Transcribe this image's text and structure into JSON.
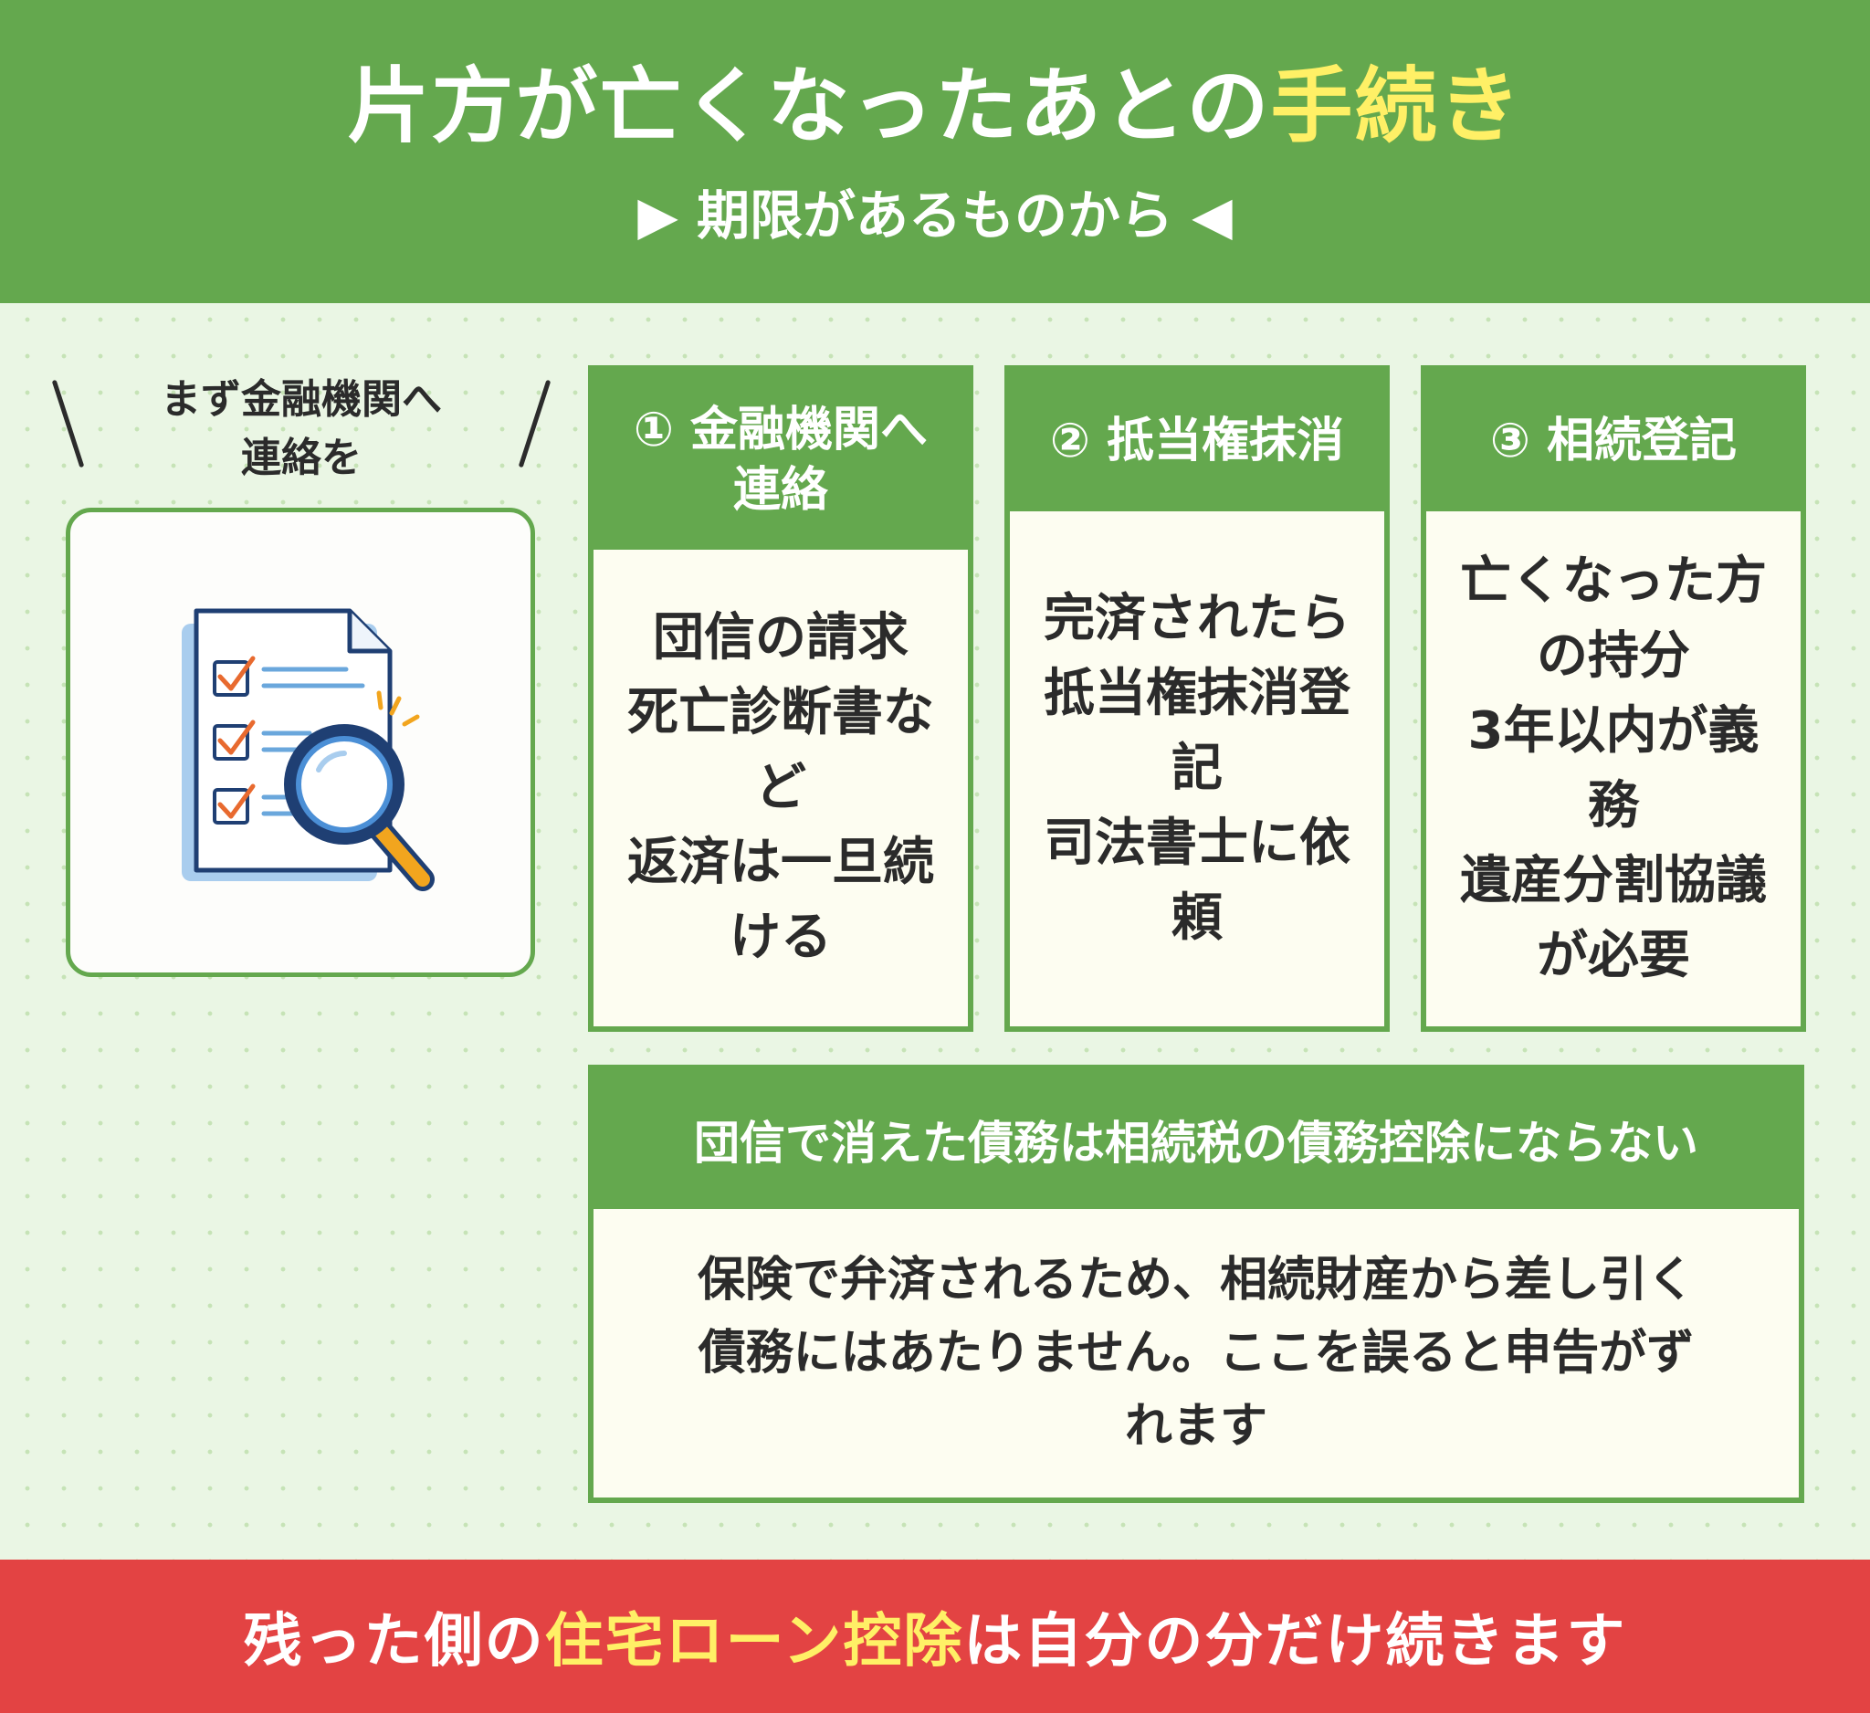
{
  "header": {
    "title_main": "片方が亡くなったあとの",
    "title_highlight": "手続き",
    "subtitle": "▶ 期限があるものから ◀"
  },
  "intro": {
    "line1": "まず金融機関へ",
    "line2": "連絡を",
    "icon": "checklist-magnifier-icon"
  },
  "cards": [
    {
      "title_line1": "① 金融機関へ",
      "title_line2": "連絡",
      "body_lines": [
        "団信の請求",
        "死亡診断書な",
        "ど",
        "返済は一旦続",
        "ける"
      ]
    },
    {
      "title_line1": "② 抵当権抹消",
      "body_lines": [
        "完済されたら",
        "抵当権抹消登",
        "記",
        "司法書士に依",
        "頼"
      ]
    },
    {
      "title_line1": "③ 相続登記",
      "body_lines": [
        "亡くなった方",
        "の持分",
        "3年以内が義",
        "務",
        "遺産分割協議",
        "が必要"
      ]
    }
  ],
  "note": {
    "title": "団信で消えた債務は相続税の債務控除にならない",
    "body_lines": [
      "保険で弁済されるため、相続財産から差し引く",
      "債務にはあたりません。ここを誤ると申告がず",
      "れます"
    ]
  },
  "footer": {
    "pre": "残った側の",
    "highlight": "住宅ローン控除",
    "post": "は自分の分だけ続きます"
  },
  "colors": {
    "green": "#64a84e",
    "red": "#e34343",
    "highlight_yellow": "#fff066",
    "card_bg": "#fdfdf1",
    "page_bg": "#eaf6e4"
  }
}
